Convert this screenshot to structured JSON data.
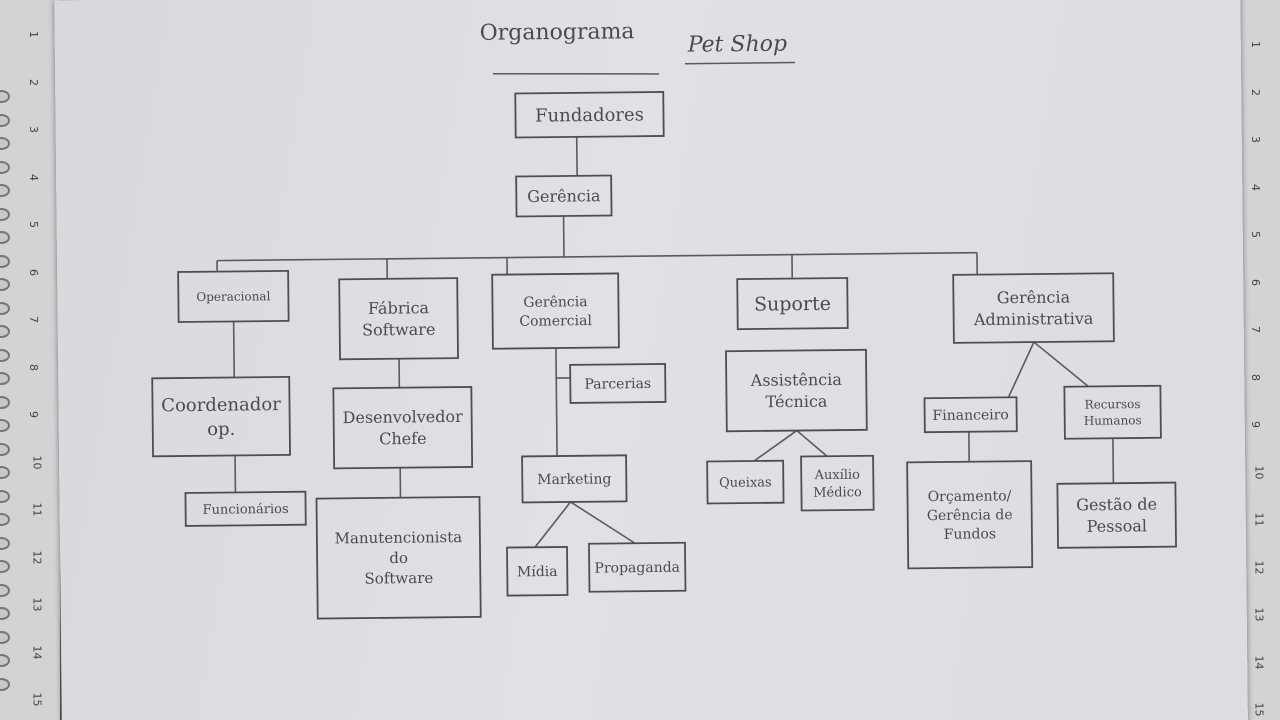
{
  "title": "Organograma",
  "subtitle": "Pet Shop",
  "nodes": {
    "fundadores": [
      "Fundadores"
    ],
    "gerencia": [
      "Gerência"
    ],
    "operacional": [
      "Operacional"
    ],
    "coordenador": [
      "Coordenador",
      "op."
    ],
    "funcionarios": [
      "Funcionários"
    ],
    "fabrica": [
      "Fábrica",
      "Software"
    ],
    "desenvolvedor": [
      "Desenvolvedor",
      "Chefe"
    ],
    "manutencionista": [
      "Manutencionista",
      "do",
      "Software"
    ],
    "comercial": [
      "Gerência",
      "Comercial"
    ],
    "parcerias": [
      "Parcerias"
    ],
    "marketing": [
      "Marketing"
    ],
    "midia": [
      "Mídia"
    ],
    "propaganda": [
      "Propaganda"
    ],
    "suporte": [
      "Suporte"
    ],
    "assistencia": [
      "Assistência",
      "Técnica"
    ],
    "queixas": [
      "Queixas"
    ],
    "auxilio": [
      "Auxílio",
      "Médico"
    ],
    "administrativa": [
      "Gerência",
      "Administrativa"
    ],
    "financeiro": [
      "Financeiro"
    ],
    "orcamento": [
      "Orçamento/",
      "Gerência de",
      "Fundos"
    ],
    "rh": [
      "Recursos",
      "Humanos"
    ],
    "gestao": [
      "Gestão de",
      "Pessoal"
    ]
  },
  "ruler": {
    "left": [
      "1",
      "2",
      "3",
      "4",
      "5",
      "6",
      "7",
      "8",
      "9",
      "10",
      "11",
      "12",
      "13",
      "14",
      "15"
    ],
    "right": [
      "1",
      "2",
      "3",
      "4",
      "5",
      "6",
      "7",
      "8",
      "9",
      "10",
      "11",
      "12",
      "13",
      "14",
      "15"
    ]
  },
  "colors": {
    "ink": "#4b4952",
    "paper": "#dddce0"
  }
}
